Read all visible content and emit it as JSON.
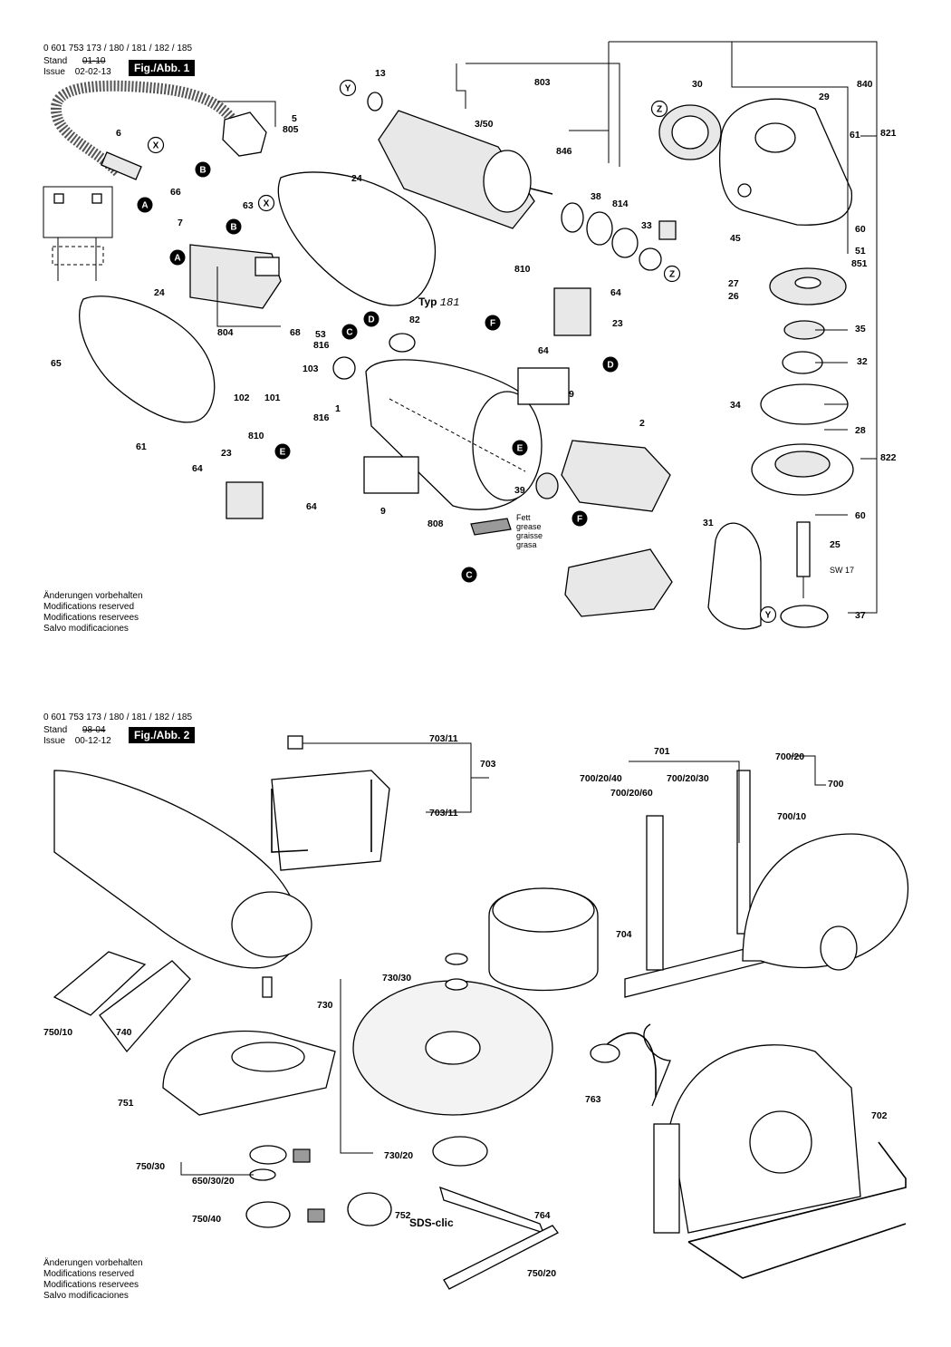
{
  "fig1": {
    "part_number_line": "0 601 753 173 / 180 / 181 / 182 / 185",
    "stand_label": "Stand",
    "stand_value": "01-10",
    "issue_label": "Issue",
    "issue_value": "02-02-13",
    "fig_label": "Fig./Abb. 1",
    "typ_label": "Typ",
    "typ_value": "181",
    "grease_note": [
      "Fett",
      "grease",
      "graisse",
      "grasa"
    ],
    "sw_label": "SW 17",
    "notes": [
      "Änderungen vorbehalten",
      "Modifications reserved",
      "Modifications reservees",
      "Salvo modificaciones"
    ]
  },
  "fig2": {
    "part_number_line": "0 601 753 173 / 180 / 181 / 182 / 185",
    "stand_label": "Stand",
    "stand_value": "98-04",
    "issue_label": "Issue",
    "issue_value": "00-12-12",
    "fig_label": "Fig./Abb. 2",
    "sds_label": "SDS-clic",
    "notes": [
      "Änderungen vorbehalten",
      "Modifications reserved",
      "Modifications reservees",
      "Salvo modificaciones"
    ]
  },
  "fig1_labels": [
    "13",
    "803",
    "30",
    "840",
    "29",
    "5",
    "805",
    "3/50",
    "61",
    "821",
    "6",
    "846",
    "38",
    "814",
    "24",
    "33",
    "66",
    "63",
    "7",
    "60",
    "51",
    "851",
    "45",
    "27",
    "26",
    "810",
    "64",
    "24",
    "804",
    "68",
    "53",
    "82",
    "23",
    "816",
    "64",
    "35",
    "65",
    "103",
    "32",
    "102",
    "101",
    "9",
    "34",
    "28",
    "61",
    "1",
    "810",
    "816",
    "2",
    "822",
    "23",
    "39",
    "64",
    "64",
    "9",
    "808",
    "31",
    "25",
    "60",
    "37"
  ],
  "fig2_labels": [
    "703/11",
    "703",
    "703/11",
    "701",
    "700/20",
    "700/20/40",
    "700/20/30",
    "700/20/60",
    "700",
    "700/10",
    "704",
    "730/30",
    "730",
    "750/10",
    "740",
    "751",
    "763",
    "702",
    "730/20",
    "750/30",
    "650/30/20",
    "764",
    "750/40",
    "752",
    "750/20"
  ],
  "markers": [
    "Y",
    "X",
    "B",
    "A",
    "X",
    "B",
    "A",
    "D",
    "C",
    "Z",
    "Z",
    "D",
    "E",
    "F",
    "E",
    "F",
    "C",
    "Y"
  ],
  "icon_names": [
    "power-cord-icon",
    "switch-icon",
    "armature-icon",
    "motor-housing-icon",
    "field-coil-icon",
    "gear-housing-icon",
    "bevel-gear-icon",
    "bearing-flange-icon",
    "spindle-icon",
    "handle-icon",
    "guard-icon",
    "sanding-pad-icon",
    "cutting-stand-icon",
    "dust-extraction-hood-icon",
    "pin-spanner-icon"
  ]
}
